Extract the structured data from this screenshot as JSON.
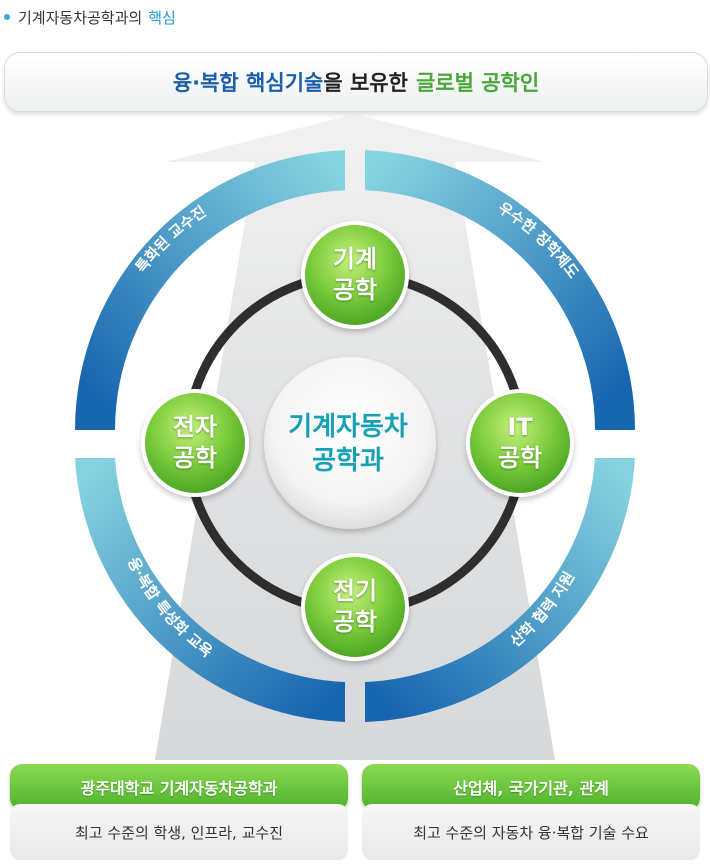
{
  "header": {
    "title": "기계자동차공학과의",
    "highlight": "핵심"
  },
  "banner": {
    "part1": "융·복합 핵심기술",
    "part2": "을 보유한",
    "part3": "글로벌 공학인"
  },
  "ring_segments": {
    "top_left": "특화된 교수진",
    "top_right": "우수한 장학제도",
    "bottom_left": "융·복합 특성화 교육",
    "bottom_right": "산학 협력 지원"
  },
  "center": {
    "line1": "기계자동차",
    "line2": "공학과"
  },
  "nodes": {
    "top": {
      "line1": "기계",
      "line2": "공학"
    },
    "right": {
      "line1": "IT",
      "line2": "공학"
    },
    "bottom": {
      "line1": "전기",
      "line2": "공학"
    },
    "left": {
      "line1": "전자",
      "line2": "공학"
    }
  },
  "panels": {
    "left": {
      "title": "광주대학교 기계자동차공학과",
      "body": "최고 수준의 학생, 인프라, 교수진"
    },
    "right": {
      "title": "산업체, 국가기관, 관계",
      "body": "최고 수준의 자동차 융·복합 기술 수요"
    }
  },
  "colors": {
    "ring_light": "#7fd0de",
    "ring_dark": "#1a6fb5",
    "node_green": "#5cbc2f",
    "center_text": "#16a0b4",
    "banner_blue": "#1a5ea8",
    "banner_green": "#4aa63a"
  }
}
